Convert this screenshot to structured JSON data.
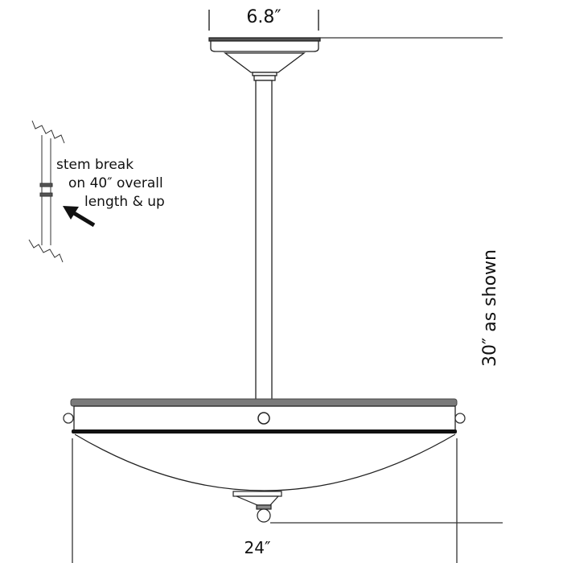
{
  "dimensions": {
    "canopy_width": "6.8″",
    "fixture_width": "24″",
    "overall_height": "30″ as shown"
  },
  "stem_break_note": {
    "line1": "stem break",
    "line2": "on 40″ overall",
    "line3": "length & up"
  },
  "colors": {
    "line": "#222222",
    "pan_top": "#7a7a7a",
    "band": "#111111"
  }
}
